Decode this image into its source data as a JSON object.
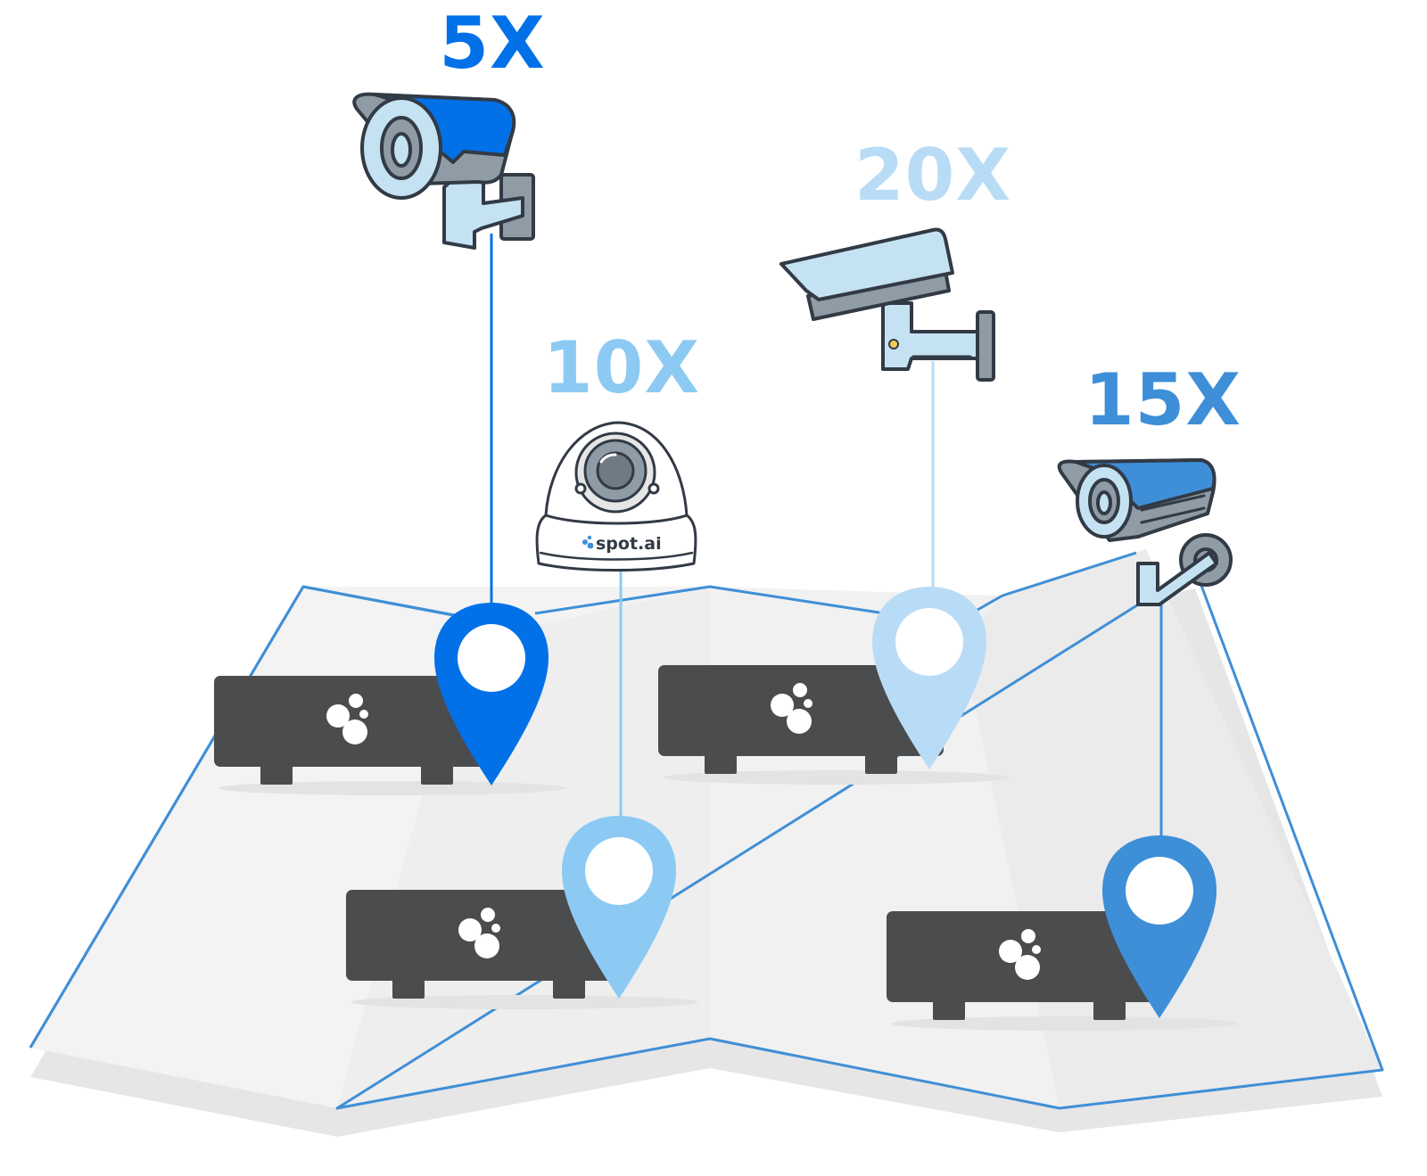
{
  "colors": {
    "dark_blue": "#0271e8",
    "mid_blue": "#3e8ed8",
    "light_blue": "#8ccaf4",
    "pale_blue": "#b9dcf6",
    "device_gray": "#4b4c4e",
    "map_fill": "#f2f2f2",
    "map_shadow": "#e6e6e6",
    "map_outline": "#3f8fd6",
    "outline": "#323a45"
  },
  "cameras": [
    {
      "id": "bullet-camera-1",
      "multiplier": "5X",
      "color": "#0271e8"
    },
    {
      "id": "dome-camera",
      "multiplier": "10X",
      "color": "#8ccaf4",
      "brand_label": "spot.ai"
    },
    {
      "id": "box-camera",
      "multiplier": "20X",
      "color": "#b9dcf6"
    },
    {
      "id": "bullet-camera-2",
      "multiplier": "15X",
      "color": "#3e8ed8"
    }
  ],
  "icons": [
    "map-icon",
    "location-pin-icon",
    "video-recorder-icon",
    "security-camera-icon",
    "dome-camera-icon"
  ]
}
